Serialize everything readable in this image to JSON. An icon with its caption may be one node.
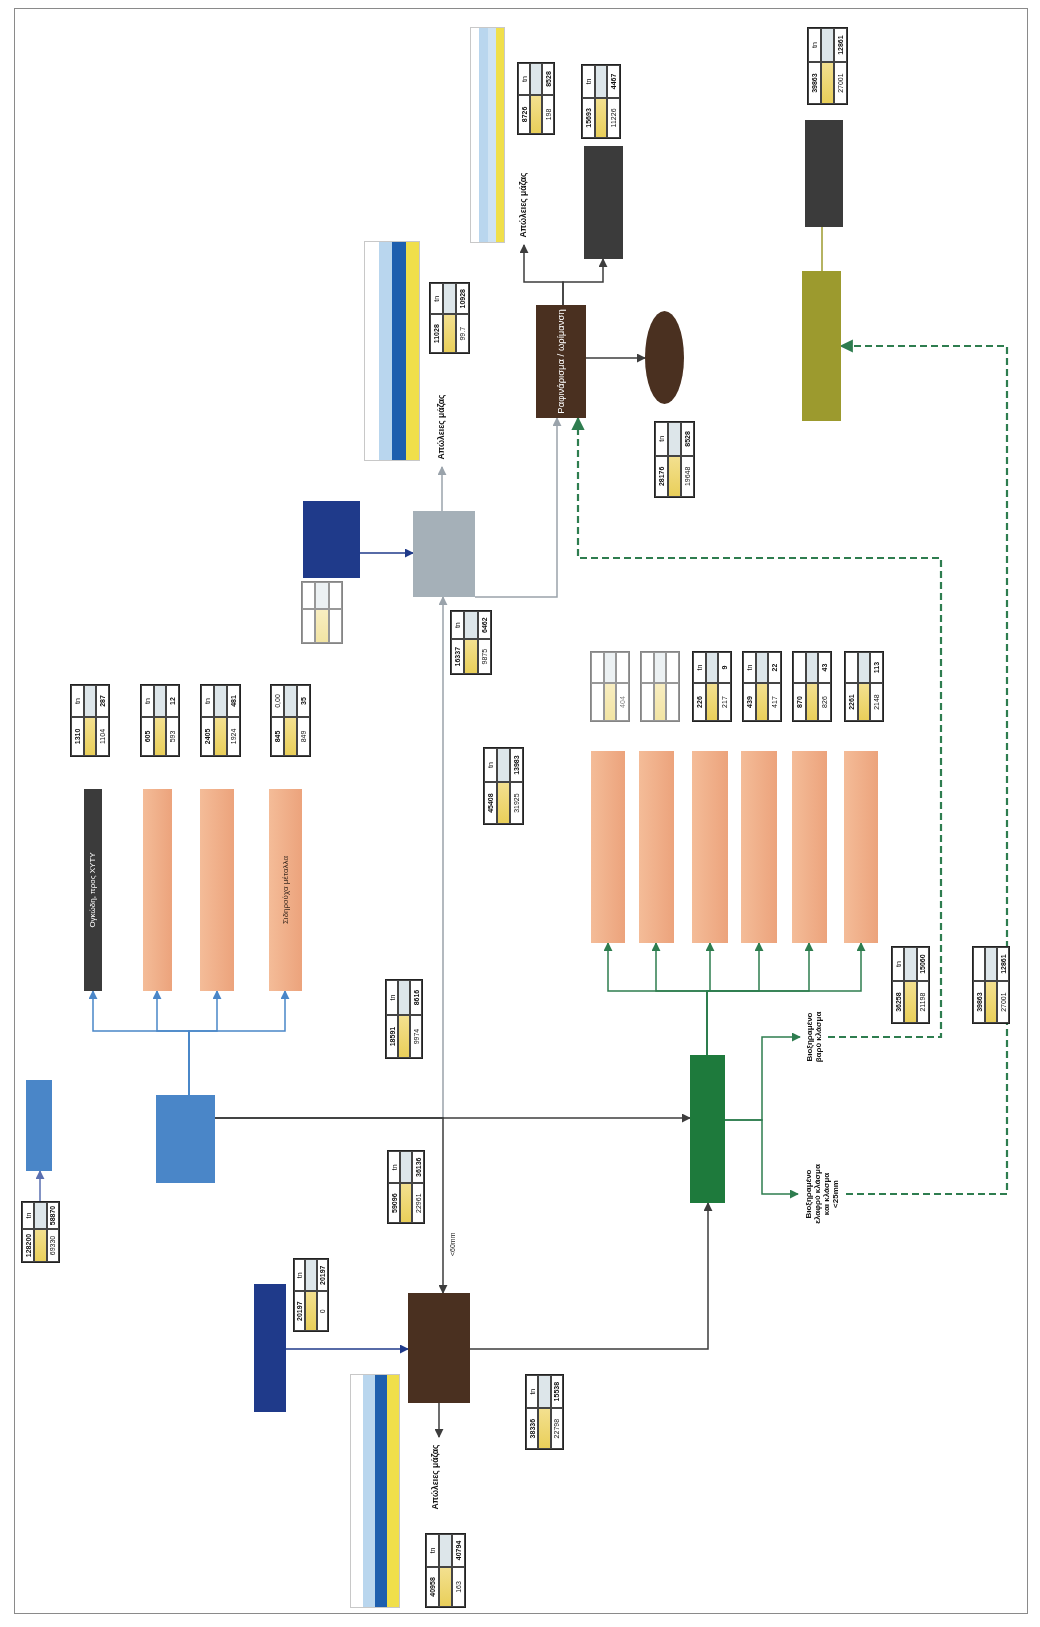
{
  "diagram": {
    "nodes": [
      {
        "text": [],
        "shape": "box"
      },
      {
        "text": [],
        "shape": "box"
      },
      {
        "text": [
          "Ογκώδη, προς ΧΥΤΥ"
        ]
      },
      {
        "text": [],
        "shape": "box"
      },
      {
        "text": [],
        "shape": "box"
      },
      {
        "text": [
          "Σιδηρούχα μέταλλα"
        ]
      },
      {
        "text": [],
        "shape": "box"
      },
      {
        "text": [],
        "shape": "box"
      },
      {
        "text": [],
        "shape": "box"
      },
      {
        "text": [],
        "shape": "box"
      },
      {
        "text": [
          "Απώλειες μάζας"
        ]
      },
      {
        "text": [],
        "shape": "box"
      },
      {
        "text": [],
        "shape": "box"
      },
      {
        "text": [],
        "shape": "box"
      },
      {
        "text": [],
        "shape": "box"
      },
      {
        "text": [],
        "shape": "box"
      },
      {
        "text": [],
        "shape": "box"
      },
      {
        "text": [],
        "shape": "box"
      },
      {
        "text": [
          "Βιοξηραμένο βαρύ κλάσμα"
        ]
      },
      {
        "text": [
          "Βιοξηραμένο ελαφρύ κλάσμα και κλάσμα <25mm"
        ]
      },
      {
        "text": [
          "Απώλειες μάζας"
        ]
      },
      {
        "text": [
          "Ραφινάρισμα / ωρίμανση"
        ]
      },
      {
        "text": [],
        "shape": "ellipse"
      },
      {
        "text": [
          "Απώλειες μάζας"
        ]
      },
      {
        "text": [],
        "shape": "box"
      },
      {
        "text": [],
        "shape": "box"
      },
      {
        "text": [],
        "shape": "box"
      },
      {
        "text": [
          "128200",
          "tn",
          "69330",
          "58870"
        ]
      },
      {
        "text": [
          "59096",
          "tn",
          "22961",
          "36136"
        ]
      },
      {
        "text": [
          "20197",
          "tn",
          "0",
          "20197"
        ]
      },
      {
        "text": [
          "40958",
          "tn",
          "163",
          "40794"
        ]
      },
      {
        "text": [
          "38336",
          "tn",
          "22798",
          "15538"
        ]
      },
      {
        "text": [
          "45408",
          "tn",
          "31925",
          "13983"
        ]
      },
      {
        "text": [
          "18591",
          "tn",
          "9974",
          "8616"
        ]
      },
      {
        "text": [
          "16337",
          "tn",
          "9875",
          "6462"
        ]
      },
      {
        "text": [],
        "shape": "box"
      },
      {
        "text": [
          "11028",
          "tn",
          "99.7",
          "10928"
        ]
      },
      {
        "text": [
          "8726",
          "tn",
          "198",
          "8528"
        ]
      },
      {
        "text": [
          "15693",
          "tn",
          "11226",
          "4467"
        ]
      },
      {
        "text": [
          "28176",
          "tn",
          "19648",
          "8528"
        ]
      },
      {
        "text": [
          "39863",
          "tn",
          "27001",
          "12861"
        ]
      },
      {
        "text": [
          "39863",
          "27001",
          "12861"
        ]
      },
      {
        "text": [
          "36258",
          "tn",
          "21198",
          "15060"
        ]
      },
      {
        "text": [
          "1310",
          "tn",
          "1104",
          "287"
        ]
      },
      {
        "text": [
          "605",
          "tn",
          "593",
          "12"
        ]
      },
      {
        "text": [
          "2405",
          "tn",
          "1924",
          "481"
        ]
      },
      {
        "text": [
          "845",
          "0,00",
          "849",
          "35"
        ]
      },
      {
        "text": [
          "404"
        ]
      },
      {
        "text": [],
        "shape": "box"
      },
      {
        "text": [
          "226",
          "tn",
          "217",
          "9"
        ]
      },
      {
        "text": [
          "439",
          "tn",
          "417",
          "22"
        ]
      },
      {
        "text": [
          "870",
          "826",
          "43"
        ]
      },
      {
        "text": [
          "2261",
          "2148",
          "113"
        ]
      }
    ],
    "edges": [
      {
        "from": 27,
        "to": 0,
        "arrow": "to",
        "color": "#5a6fb0"
      },
      {
        "from": 1,
        "to": 2,
        "arrow": "to",
        "color": "#4a86c8"
      },
      {
        "from": 1,
        "to": 3,
        "arrow": "to",
        "color": "#4a86c8"
      },
      {
        "from": 1,
        "to": 4,
        "arrow": "to",
        "color": "#4a86c8"
      },
      {
        "from": 1,
        "to": 5,
        "arrow": "to",
        "color": "#4a86c8"
      },
      {
        "from": 1,
        "to": 7,
        "arrow": "to",
        "color": "#9aa3ab"
      },
      {
        "from": 1,
        "to": 9,
        "arrow": "to",
        "label": "<60mm"
      },
      {
        "from": 1,
        "to": 11,
        "arrow": "to"
      },
      {
        "from": 6,
        "to": 7,
        "arrow": "to",
        "color": "#1f3a8a"
      },
      {
        "from": 8,
        "to": 9,
        "arrow": "to",
        "color": "#1f3a8a"
      },
      {
        "from": 9,
        "to": 10,
        "arrow": "to"
      },
      {
        "from": 9,
        "to": 11,
        "arrow": "to"
      },
      {
        "from": 11,
        "to": 12,
        "arrow": "to",
        "color": "#2e7d4f"
      },
      {
        "from": 11,
        "to": 13,
        "arrow": "to",
        "color": "#2e7d4f"
      },
      {
        "from": 11,
        "to": 14,
        "arrow": "to",
        "color": "#2e7d4f"
      },
      {
        "from": 11,
        "to": 15,
        "arrow": "to",
        "color": "#2e7d4f"
      },
      {
        "from": 11,
        "to": 16,
        "arrow": "to",
        "color": "#2e7d4f"
      },
      {
        "from": 11,
        "to": 17,
        "arrow": "to",
        "color": "#2e7d4f"
      },
      {
        "from": 11,
        "to": 18,
        "arrow": "to",
        "color": "#2e7d4f"
      },
      {
        "from": 11,
        "to": 19,
        "arrow": "to",
        "color": "#2e7d4f"
      },
      {
        "from": 7,
        "to": 20,
        "arrow": "to",
        "color": "#9aa3ab"
      },
      {
        "from": 7,
        "to": 21,
        "arrow": "to",
        "color": "#9aa3ab"
      },
      {
        "from": 18,
        "to": 21,
        "arrow": "to",
        "style": "dashed",
        "color": "#2e7d4f"
      },
      {
        "from": 19,
        "to": 25,
        "arrow": "to",
        "style": "dashed",
        "color": "#2e7d4f"
      },
      {
        "from": 21,
        "to": 22,
        "arrow": "to"
      },
      {
        "from": 21,
        "to": 23,
        "arrow": "to"
      },
      {
        "from": 21,
        "to": 24,
        "arrow": "to"
      },
      {
        "from": 25,
        "to": 26,
        "arrow": "none",
        "color": "#9c9a2e"
      }
    ]
  }
}
